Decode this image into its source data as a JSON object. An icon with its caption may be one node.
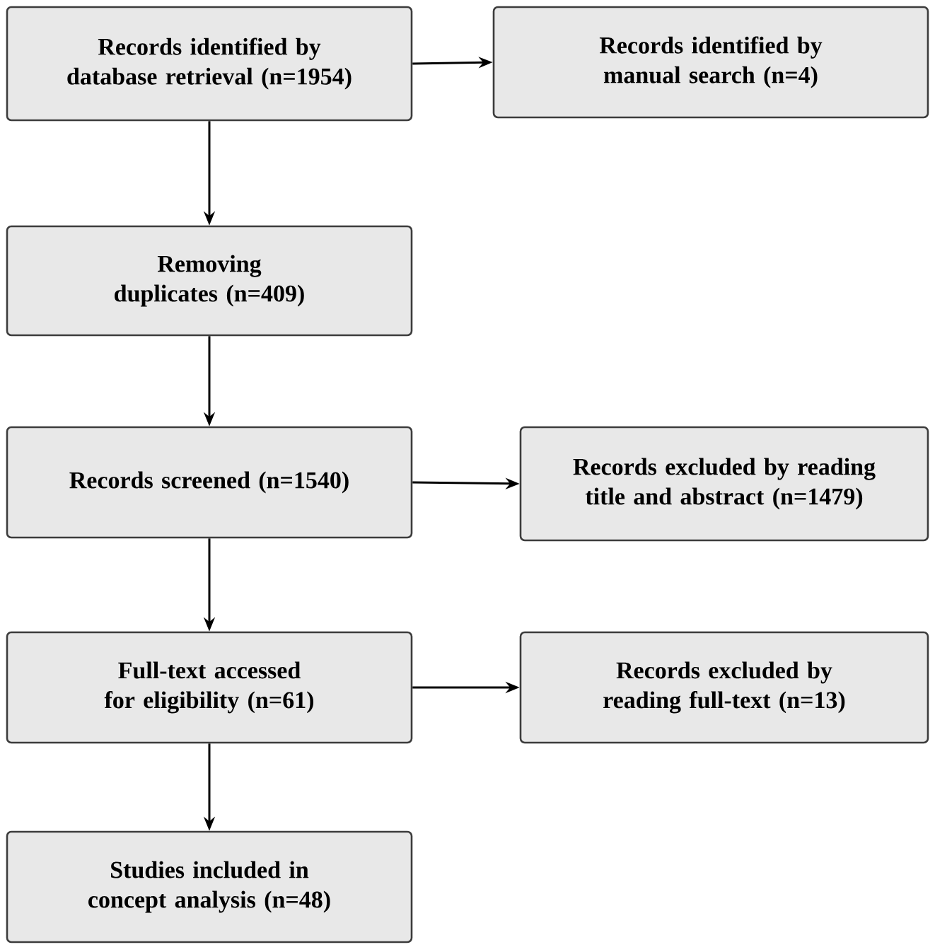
{
  "diagram": {
    "nodes": [
      {
        "text": [
          "Records identified by database retrieval (n=1954)"
        ]
      },
      {
        "text": [
          "Records identified by manual search (n=4)"
        ]
      },
      {
        "text": [
          "Removing duplicates (n=409)"
        ]
      },
      {
        "text": [
          "Records screened (n=1540)"
        ]
      },
      {
        "text": [
          "Records excluded by reading title and abstract (n=1479)"
        ]
      },
      {
        "text": [
          "Full-text accessed for eligibility (n=61)"
        ]
      },
      {
        "text": [
          "Records excluded by reading full-text (n=13)"
        ]
      },
      {
        "text": [
          "Studies included in concept analysis (n=48)"
        ]
      }
    ],
    "edges": [
      {
        "from": 0,
        "to": 1,
        "arrow": "to"
      },
      {
        "from": 0,
        "to": 2,
        "arrow": "to"
      },
      {
        "from": 2,
        "to": 3,
        "arrow": "to"
      },
      {
        "from": 3,
        "to": 4,
        "arrow": "to"
      },
      {
        "from": 3,
        "to": 5,
        "arrow": "to"
      },
      {
        "from": 5,
        "to": 6,
        "arrow": "to"
      },
      {
        "from": 5,
        "to": 7,
        "arrow": "to"
      }
    ]
  }
}
